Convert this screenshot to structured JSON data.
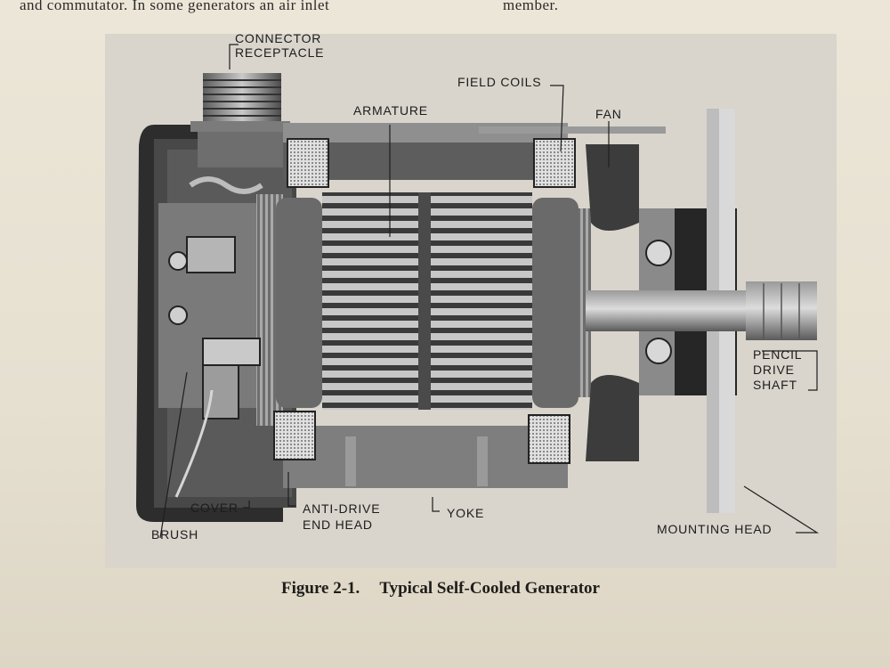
{
  "body_text": {
    "left_line": "and commutator. In some generators an air inlet",
    "right_line": "member."
  },
  "labels": {
    "connector_receptacle": [
      "CONNECTOR",
      "RECEPTACLE"
    ],
    "armature": "ARMATURE",
    "field_coils": "FIELD COILS",
    "fan": "FAN",
    "pencil_drive_shaft": [
      "PENCIL",
      "DRIVE",
      "SHAFT"
    ],
    "cover": "COVER",
    "brush": "BRUSH",
    "anti_drive_end_head": [
      "ANTI-DRIVE",
      "END HEAD"
    ],
    "yoke": "YOKE",
    "mounting_head": "MOUNTING HEAD"
  },
  "caption": {
    "number": "Figure 2-1.",
    "title": "Typical Self-Cooled Generator"
  }
}
